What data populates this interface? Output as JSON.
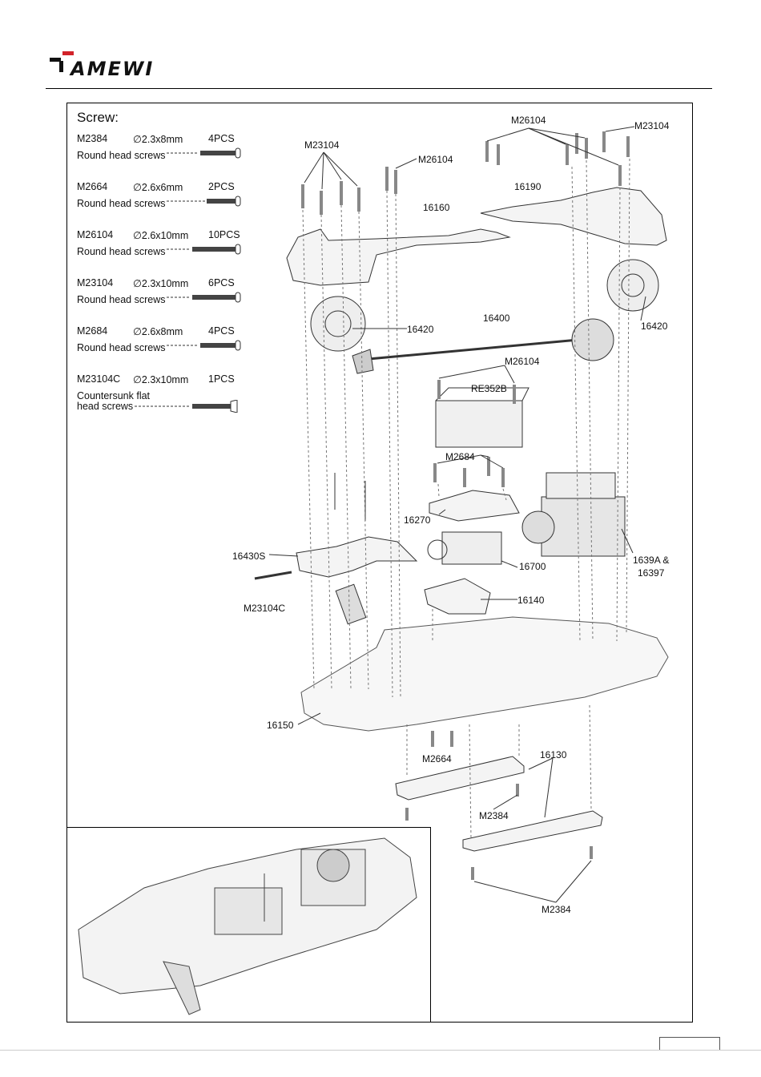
{
  "brand": {
    "logo_text": "AMEWI"
  },
  "screws": {
    "title": "Screw:",
    "items": [
      {
        "code": "M2384",
        "size": "∅2.3x8mm",
        "qty": "4PCS",
        "desc": "Round head screws"
      },
      {
        "code": "M2664",
        "size": "∅2.6x6mm",
        "qty": "2PCS",
        "desc": "Round head screws"
      },
      {
        "code": "M26104",
        "size": "∅2.6x10mm",
        "qty": "10PCS",
        "desc": "Round head screws"
      },
      {
        "code": "M23104",
        "size": "∅2.3x10mm",
        "qty": "6PCS",
        "desc": "Round head screws"
      },
      {
        "code": "M2684",
        "size": "∅2.6x8mm",
        "qty": "4PCS",
        "desc": "Round head screws"
      },
      {
        "code": "M23104C",
        "size": "∅2.3x10mm",
        "qty": "1PCS",
        "desc_line1": "Countersunk flat",
        "desc_line2": "head screws"
      }
    ]
  },
  "labels": {
    "m26104_top": "M26104",
    "m23104_top_right": "M23104",
    "m23104_top_left": "M23104",
    "m26104_mid": "M26104",
    "p16190": "16190",
    "p16160": "16160",
    "p16420_left": "16420",
    "p16420_right": "16420",
    "p16400": "16400",
    "m26104_esc": "M26104",
    "re352b": "RE352B",
    "m2684": "M2684",
    "p16270": "16270",
    "p16430s": "16430S",
    "p16700": "16700",
    "p1639a_line1": "1639A &",
    "p1639a_line2": "16397",
    "m23104c": "M23104C",
    "p16140": "16140",
    "p16150": "16150",
    "m2664": "M2664",
    "p16130": "16130",
    "m2384_mid": "M2384",
    "m2384_bottom": "M2384"
  }
}
